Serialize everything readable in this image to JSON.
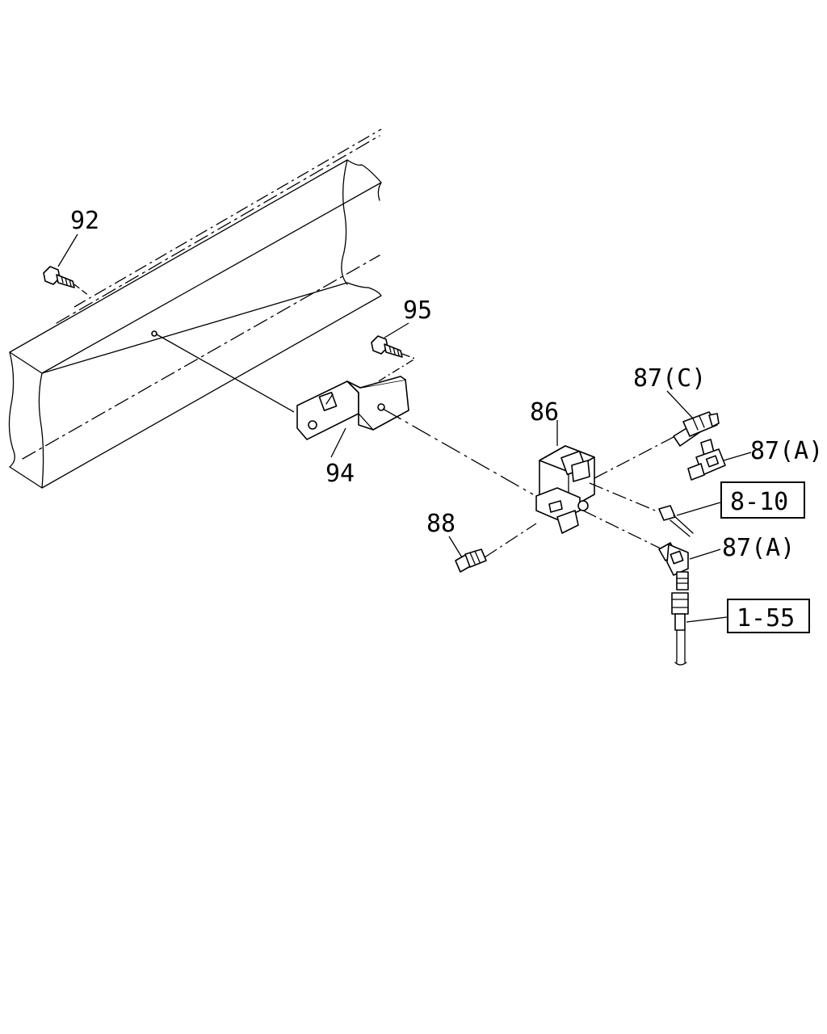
{
  "callouts": {
    "c92": "92",
    "c95": "95",
    "c94": "94",
    "c86": "86",
    "c87c": "87(C)",
    "c87a_top": "87(A)",
    "c88": "88",
    "c87a_bottom": "87(A)"
  },
  "references": {
    "ref_8_10": "8-10",
    "ref_1_55": "1-55"
  },
  "parts": {
    "frame": "frame-rail",
    "bolt92": "bolt-icon",
    "bolt95": "bolt-icon",
    "bracket94": "bracket-icon",
    "valve86": "valve-icon",
    "fitting87c": "tee-fitting-icon",
    "elbow87a_top": "elbow-fitting-icon",
    "elbow87a_bottom": "elbow-fitting-icon",
    "plug88": "plug-icon",
    "connector": "connector-icon",
    "pipe": "pipe-icon"
  }
}
